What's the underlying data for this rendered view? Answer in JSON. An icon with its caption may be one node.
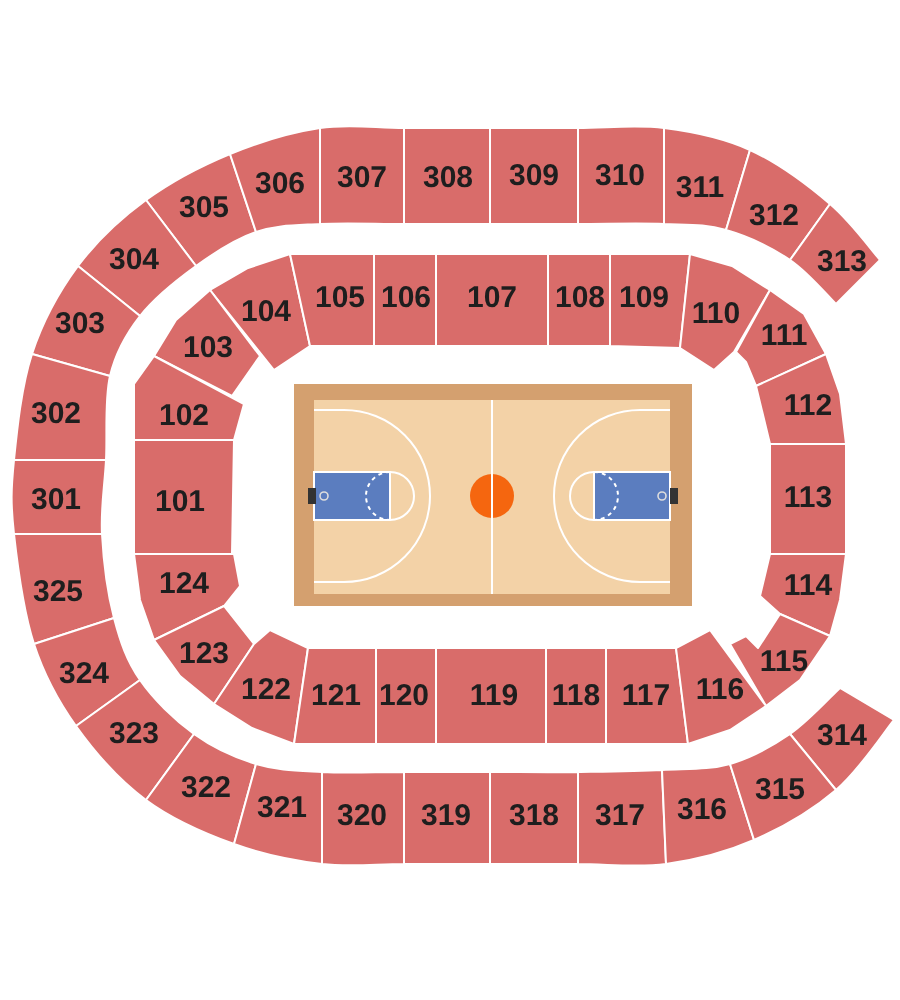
{
  "diagram": {
    "nodes": [
      {
        "text": [
          "305"
        ]
      },
      {
        "text": [
          "306"
        ]
      },
      {
        "text": [
          "307"
        ]
      },
      {
        "text": [
          "308"
        ]
      },
      {
        "text": [
          "309"
        ]
      },
      {
        "text": [
          "310"
        ]
      },
      {
        "text": [
          "311"
        ]
      },
      {
        "text": [
          "312"
        ]
      },
      {
        "text": [
          "304"
        ]
      },
      {
        "text": [
          "104"
        ]
      },
      {
        "text": [
          "105"
        ]
      },
      {
        "text": [
          "106"
        ]
      },
      {
        "text": [
          "107"
        ]
      },
      {
        "text": [
          "108"
        ]
      },
      {
        "text": [
          "109"
        ]
      },
      {
        "text": [
          "110"
        ]
      },
      {
        "text": [
          "313"
        ]
      },
      {
        "text": [
          "303"
        ]
      },
      {
        "text": [
          "103"
        ]
      },
      {
        "text": [
          "111"
        ]
      },
      {
        "text": [
          "302"
        ]
      },
      {
        "text": [
          "102"
        ]
      },
      {
        "text": [
          "112"
        ]
      },
      {
        "text": [
          "301"
        ]
      },
      {
        "text": [
          "101"
        ]
      },
      {
        "text": [
          "113"
        ]
      },
      {
        "text": [
          "325"
        ]
      },
      {
        "text": [
          "124"
        ]
      },
      {
        "text": [
          "114"
        ]
      },
      {
        "text": [
          "324"
        ]
      },
      {
        "text": [
          "123"
        ]
      },
      {
        "text": [
          "115"
        ]
      },
      {
        "text": [
          "323"
        ]
      },
      {
        "text": [
          "122"
        ]
      },
      {
        "text": [
          "121"
        ]
      },
      {
        "text": [
          "120"
        ]
      },
      {
        "text": [
          "119"
        ]
      },
      {
        "text": [
          "118"
        ]
      },
      {
        "text": [
          "117"
        ]
      },
      {
        "text": [
          "116"
        ]
      },
      {
        "text": [
          "314"
        ]
      },
      {
        "text": [
          "322"
        ]
      },
      {
        "text": [
          "321"
        ]
      },
      {
        "text": [
          "320"
        ]
      },
      {
        "text": [
          "319"
        ]
      },
      {
        "text": [
          "318"
        ]
      },
      {
        "text": [
          "317"
        ]
      },
      {
        "text": [
          "316"
        ]
      },
      {
        "text": [
          "315"
        ]
      }
    ]
  }
}
